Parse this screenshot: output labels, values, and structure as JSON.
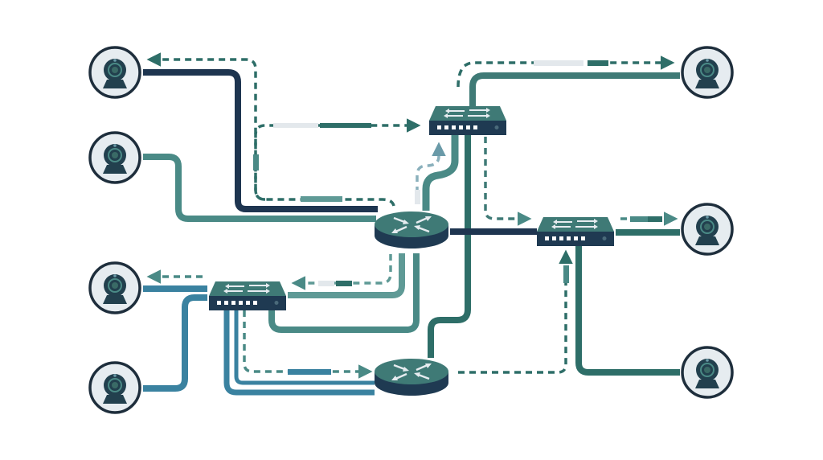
{
  "diagram": {
    "type": "network-topology",
    "colors": {
      "navy": "#1e3550",
      "teal_dark": "#2e6e68",
      "teal": "#4a8a86",
      "teal_light": "#5f9a96",
      "blue": "#3a82a0",
      "pale": "#e3e8ec",
      "camera_face": "#e6ecf0",
      "camera_dark": "#22404e",
      "device_top": "#3f7a76",
      "device_front": "#1f3a52"
    },
    "nodes": [
      {
        "id": "cam-1",
        "kind": "camera"
      },
      {
        "id": "cam-2",
        "kind": "camera"
      },
      {
        "id": "cam-3",
        "kind": "camera"
      },
      {
        "id": "cam-4",
        "kind": "camera"
      },
      {
        "id": "cam-5",
        "kind": "camera"
      },
      {
        "id": "cam-6",
        "kind": "camera"
      },
      {
        "id": "cam-7",
        "kind": "camera"
      },
      {
        "id": "switch-top",
        "kind": "switch"
      },
      {
        "id": "switch-right",
        "kind": "switch"
      },
      {
        "id": "switch-left",
        "kind": "switch"
      },
      {
        "id": "router-center",
        "kind": "router"
      },
      {
        "id": "router-bottom",
        "kind": "router"
      }
    ],
    "links": [
      {
        "from": "cam-1",
        "to": "router-center",
        "style": "solid",
        "color": "navy"
      },
      {
        "from": "router-center",
        "to": "cam-1",
        "style": "dashed-arrow",
        "color": "teal_dark"
      },
      {
        "from": "cam-2",
        "to": "router-center",
        "style": "solid",
        "color": "teal"
      },
      {
        "from": "router-center",
        "to": "switch-top",
        "style": "dashed-arrow",
        "color": "teal_dark"
      },
      {
        "from": "switch-top",
        "to": "cam-5",
        "style": "solid",
        "color": "teal_dark"
      },
      {
        "from": "switch-top",
        "to": "cam-5",
        "style": "dashed-arrow",
        "color": "teal_dark"
      },
      {
        "from": "router-center",
        "to": "switch-right",
        "style": "solid",
        "color": "navy"
      },
      {
        "from": "switch-top",
        "to": "switch-right",
        "style": "dashed-arrow",
        "color": "teal_dark"
      },
      {
        "from": "switch-right",
        "to": "cam-6",
        "style": "solid",
        "color": "teal_dark"
      },
      {
        "from": "switch-right",
        "to": "cam-6",
        "style": "dashed-arrow",
        "color": "teal"
      },
      {
        "from": "cam-7",
        "to": "switch-right",
        "style": "solid",
        "color": "teal_dark"
      },
      {
        "from": "router-bottom",
        "to": "switch-right",
        "style": "dashed-arrow",
        "color": "teal"
      },
      {
        "from": "switch-top",
        "to": "router-bottom",
        "style": "solid",
        "color": "teal_dark"
      },
      {
        "from": "router-center",
        "to": "switch-left",
        "style": "solid",
        "color": "teal"
      },
      {
        "from": "router-center",
        "to": "switch-left",
        "style": "dashed-arrow",
        "color": "teal"
      },
      {
        "from": "switch-left",
        "to": "cam-3",
        "style": "solid",
        "color": "blue"
      },
      {
        "from": "switch-left",
        "to": "cam-3",
        "style": "dashed-arrow",
        "color": "teal"
      },
      {
        "from": "cam-4",
        "to": "switch-left",
        "style": "solid",
        "color": "blue"
      },
      {
        "from": "switch-left",
        "to": "router-bottom",
        "style": "solid",
        "color": "blue"
      },
      {
        "from": "switch-left",
        "to": "router-bottom",
        "style": "dashed-arrow",
        "color": "teal"
      },
      {
        "from": "router-bottom",
        "to": "switch-top",
        "style": "solid",
        "color": "teal_dark"
      }
    ]
  }
}
